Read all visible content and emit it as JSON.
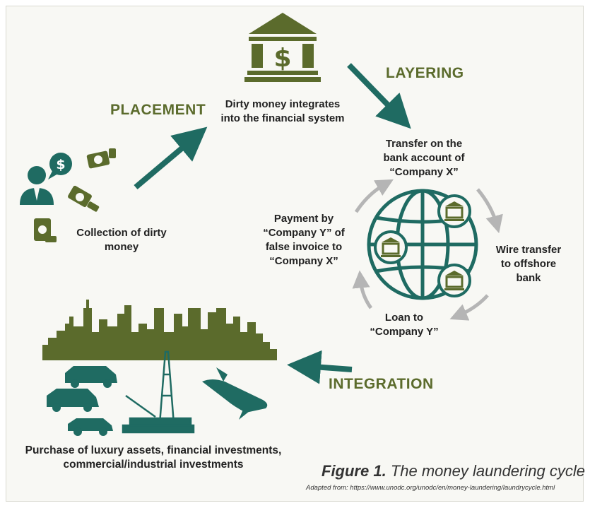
{
  "stages": {
    "placement": "PLACEMENT",
    "layering": "LAYERING",
    "integration": "INTEGRATION"
  },
  "labels": {
    "collection": [
      "Collection of dirty",
      "money"
    ],
    "integrates": [
      "Dirty money integrates",
      "into the financial system"
    ],
    "transfer": [
      "Transfer on the",
      "bank account of",
      "“Company X”"
    ],
    "wire": [
      "Wire transfer",
      "to offshore",
      "bank"
    ],
    "loan": [
      "Loan to",
      "“Company Y”"
    ],
    "payment": [
      "Payment by",
      "“Company Y” of",
      "false invoice to",
      "“Company X”"
    ],
    "purchase": [
      "Purchase of luxury assets, financial investments,",
      "commercial/industrial investments"
    ]
  },
  "caption": {
    "figure_label": "Figure 1.",
    "title": "The money laundering cycle",
    "source": "Adapted from: https://www.unodc.org/unodc/en/money-laundering/laundrycycle.html"
  },
  "icons": {
    "bank_symbol": "I$I",
    "dollar": "$"
  },
  "colors": {
    "olive": "#5b6b2c",
    "teal": "#1f6b62",
    "arrow_gray": "#b5b5b5",
    "text": "#222222"
  }
}
